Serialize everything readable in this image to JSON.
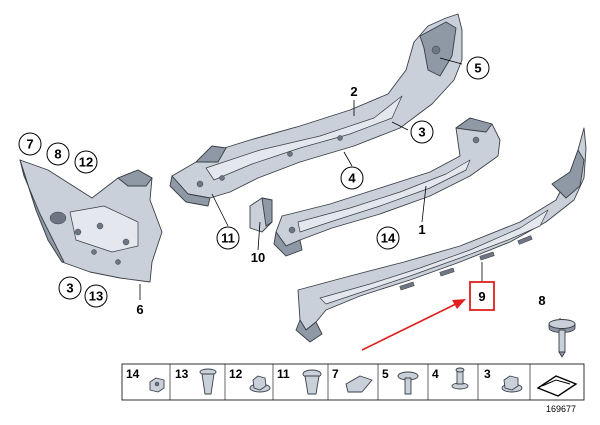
{
  "callouts": [
    {
      "id": "c1",
      "label": "1"
    },
    {
      "id": "c2",
      "label": "2"
    },
    {
      "id": "c3a",
      "label": "3"
    },
    {
      "id": "c4",
      "label": "4"
    },
    {
      "id": "c5",
      "label": "5"
    },
    {
      "id": "c6",
      "label": "6"
    },
    {
      "id": "c7",
      "label": "7"
    },
    {
      "id": "c8a",
      "label": "8"
    },
    {
      "id": "c12a",
      "label": "12"
    },
    {
      "id": "c3b",
      "label": "3"
    },
    {
      "id": "c13a",
      "label": "13"
    },
    {
      "id": "c11a",
      "label": "11"
    },
    {
      "id": "c10",
      "label": "10"
    },
    {
      "id": "c14a",
      "label": "14"
    },
    {
      "id": "c9",
      "label": "9"
    },
    {
      "id": "c8b",
      "label": "8"
    }
  ],
  "legend": {
    "items": [
      "14",
      "13",
      "12",
      "11",
      "7",
      "5",
      "4",
      "3"
    ]
  },
  "diagram_id": "169677",
  "colors": {
    "highlight": "#e0211d",
    "part_fill": "#c9d0d9",
    "part_stroke": "#3a3f46"
  }
}
